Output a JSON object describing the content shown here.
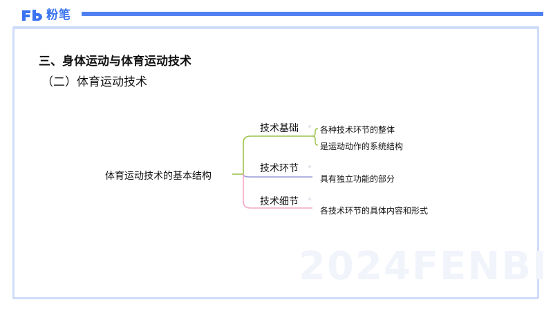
{
  "brand": {
    "logo_text": "粉笔"
  },
  "slide": {
    "section_title": "三、身体运动与体育运动技术",
    "sub_title": "（二）体育运动技术"
  },
  "mindmap": {
    "root": "体育运动技术的基本结构",
    "branches": [
      {
        "label": "技术基础",
        "color": "#9cc24b",
        "leaves": [
          "各种技术环节的整体",
          "是运动动作的系统结构"
        ]
      },
      {
        "label": "技术环节",
        "color": "#9a9ad8",
        "leaves": [
          "具有独立功能的部分"
        ]
      },
      {
        "label": "技术细节",
        "color": "#f4a6c6",
        "leaves": [
          "各技术环节的具体内容和形式"
        ]
      }
    ]
  },
  "watermark": "2024FENBI",
  "colors": {
    "accent": "#4f7ff0",
    "frame": "#cfdcfa"
  }
}
